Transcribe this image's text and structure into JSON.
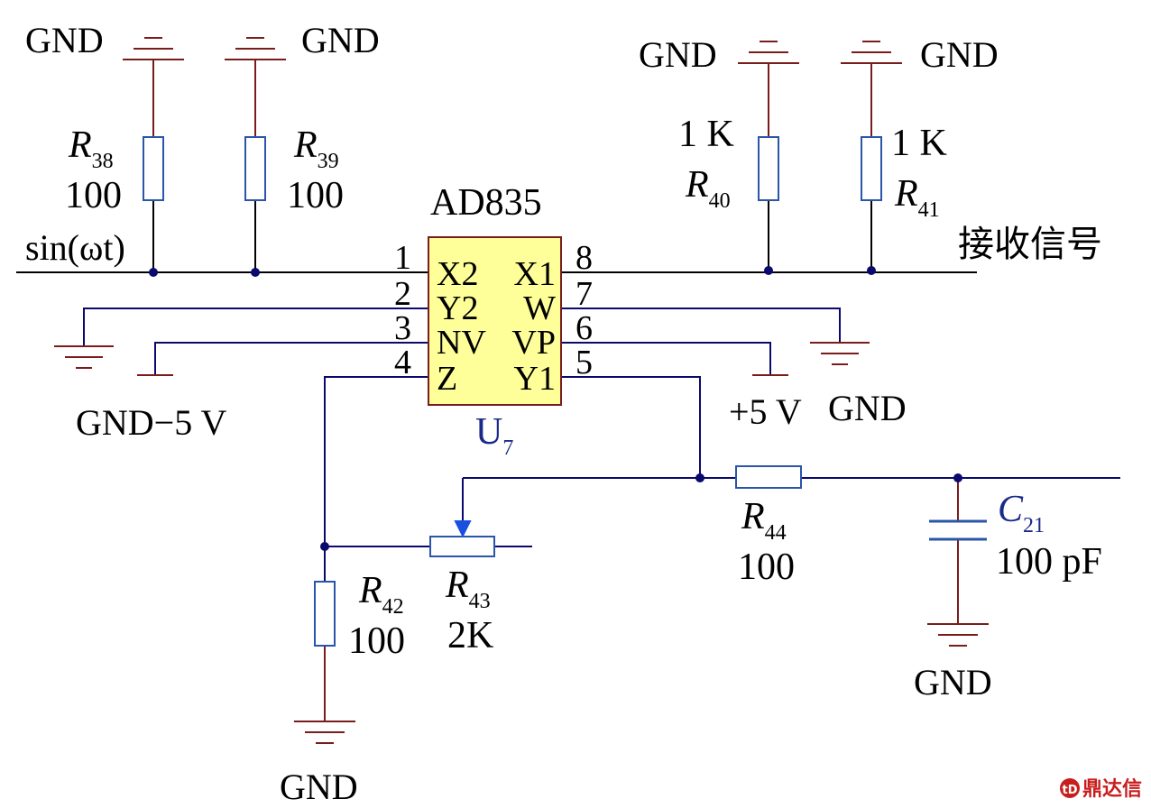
{
  "ic": {
    "part": "AD835",
    "designator": "U",
    "designator_sub": "7",
    "pins": [
      {
        "num": "1",
        "name": "X2"
      },
      {
        "num": "2",
        "name": "Y2"
      },
      {
        "num": "3",
        "name": "NV"
      },
      {
        "num": "4",
        "name": "Z"
      },
      {
        "num": "5",
        "name": "Y1"
      },
      {
        "num": "6",
        "name": "VP"
      },
      {
        "num": "7",
        "name": "W"
      },
      {
        "num": "8",
        "name": "X1"
      }
    ]
  },
  "labels": {
    "gnd": "GND",
    "input_signal": "sin(ωt)",
    "received_signal": "接收信号",
    "neg_supply": "GND−5 V",
    "pos_supply": "+5 V"
  },
  "components": {
    "r38": {
      "letter": "R",
      "sub": "38",
      "value": "100"
    },
    "r39": {
      "letter": "R",
      "sub": "39",
      "value": "100"
    },
    "r40": {
      "letter": "R",
      "sub": "40",
      "value": "1 K"
    },
    "r41": {
      "letter": "R",
      "sub": "41",
      "value": "1 K"
    },
    "r42": {
      "letter": "R",
      "sub": "42",
      "value": "100"
    },
    "r43": {
      "letter": "R",
      "sub": "43",
      "value": "2K"
    },
    "r44": {
      "letter": "R",
      "sub": "44",
      "value": "100"
    },
    "c21": {
      "letter": "C",
      "sub": "21",
      "value": "100 pF"
    }
  },
  "watermark": "鼎达信",
  "colors": {
    "wire_signal": "#000000",
    "wire_net": "#0a0a6e",
    "wire_ground": "#7a1c1c",
    "component_outline": "#2a55a8",
    "ic_fill": "#ffff99",
    "wiper_arrow": "#1a50e0"
  }
}
